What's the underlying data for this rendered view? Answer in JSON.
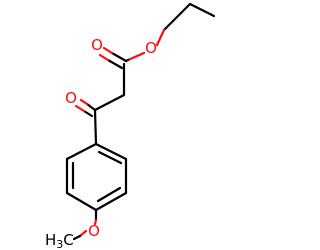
{
  "molecule": {
    "atom_labels": {
      "ester_carbonyl_o": "O",
      "ester_ether_o": "O",
      "ketone_o": "O",
      "methoxy_o": "O",
      "methoxy_c": "H",
      "methoxy_c_subscript": "3",
      "methoxy_c_tail": "C"
    },
    "colors": {
      "bond": "#000000",
      "oxygen": "#ff0d0d",
      "background": "#ffffff"
    }
  }
}
